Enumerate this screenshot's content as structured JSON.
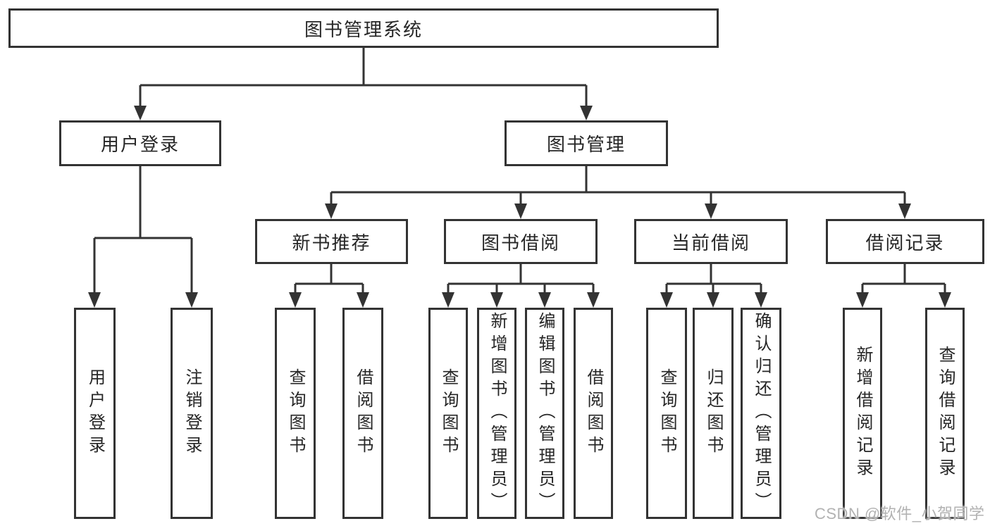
{
  "tree": {
    "root": {
      "label": "图书管理系统"
    },
    "level2": [
      {
        "label": "用户登录"
      },
      {
        "label": "图书管理"
      }
    ],
    "level3": [
      {
        "label": "新书推荐"
      },
      {
        "label": "图书借阅"
      },
      {
        "label": "当前借阅"
      },
      {
        "label": "借阅记录"
      }
    ],
    "leaves": {
      "login": [
        "用户登录",
        "注销登录"
      ],
      "recommend": [
        "查询图书",
        "借阅图书"
      ],
      "borrow": [
        "查询图书",
        "新增图书（管理员）",
        "编辑图书（管理员）",
        "借阅图书"
      ],
      "current": [
        "查询图书",
        "归还图书",
        "确认归还（管理员）"
      ],
      "records": [
        "新增借阅记录",
        "查询借阅记录"
      ]
    }
  },
  "watermark": {
    "text": "CSDN @软件_小贺同学",
    "color": "#b2b2b2"
  },
  "colors": {
    "line": "#333333",
    "box_border": "#333333",
    "text": "#262626",
    "background": "#ffffff"
  }
}
